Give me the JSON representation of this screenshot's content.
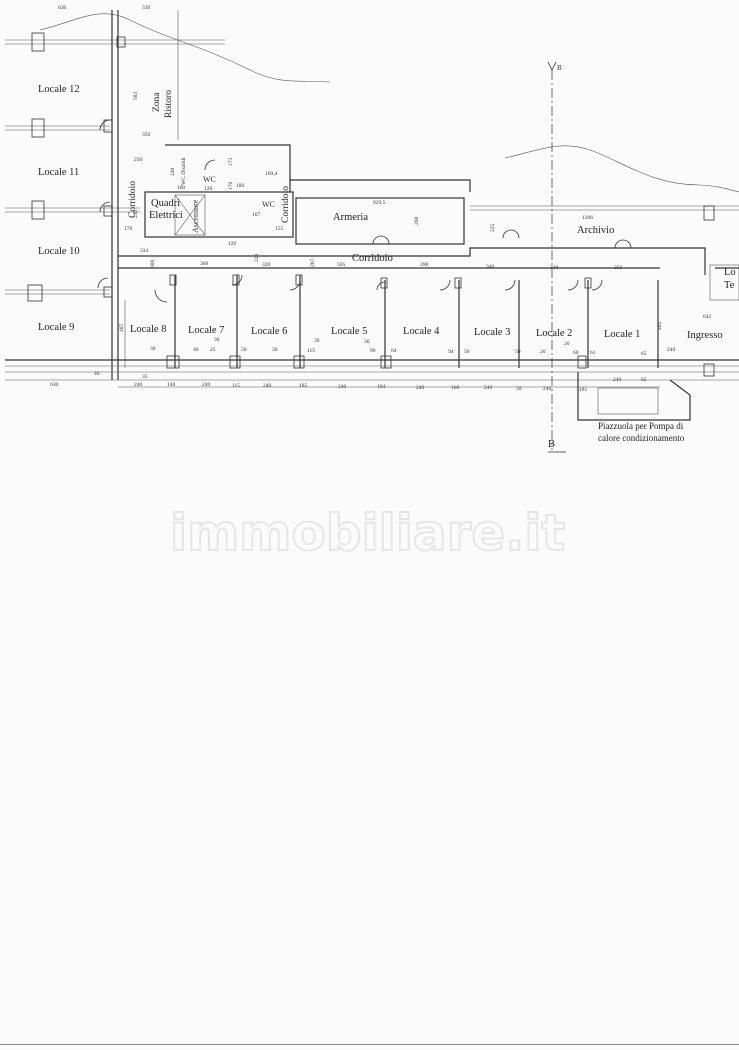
{
  "rooms": {
    "locale12": "Locale 12",
    "locale11": "Locale 11",
    "locale10": "Locale 10",
    "locale9": "Locale 9",
    "locale8": "Locale 8",
    "locale7": "Locale 7",
    "locale6": "Locale 6",
    "locale5": "Locale 5",
    "locale4": "Locale 4",
    "locale3": "Locale 3",
    "locale2": "Locale 2",
    "locale1": "Locale 1",
    "ingresso": "Ingresso",
    "armeria": "Armeria",
    "archivio": "Archivio",
    "corridoio_h": "Corridoio",
    "corridoio_v1": "Corridoio",
    "corridoio_v2": "Corridoio",
    "zona_ristoro_1": "Zona",
    "zona_ristoro_2": "Ristoro",
    "quadri_1": "Quadri",
    "quadri_2": "Elettrici",
    "ascensore": "Ascensore",
    "wc1": "WC",
    "wc2": "WC",
    "wc_disabili": "WC Disabili",
    "partial_right_1": "Lo",
    "partial_right_2": "Te"
  },
  "annotation": {
    "line1": "Piazzuola per Pompa di",
    "line2": "calore condizionamento"
  },
  "section": {
    "top": "B",
    "bottom": "B"
  },
  "watermark": "immobiliare.it",
  "dims": {
    "d630_top": "630",
    "d330_top": "330",
    "d583": "583",
    "d350": "350",
    "d250": "250",
    "d240a": "240",
    "d173": "173",
    "d180": "180",
    "d120a": "120",
    "d170b": "170",
    "d180b": "180",
    "d169": "169,4",
    "d235": "235",
    "d170": "170",
    "d107": "107",
    "d120b": "120",
    "d155": "155",
    "d929": "929,5",
    "d260": "260",
    "d1266": "1266",
    "d225": "225",
    "d334": "334",
    "d300": "300",
    "d360": "360",
    "d220": "220",
    "d320": "320",
    "d267": "267",
    "d505": "505",
    "d398": "398",
    "d346": "346",
    "d340": "340",
    "d256": "256",
    "d642": "642",
    "d405": "405",
    "d407": "407",
    "b30a": "30",
    "b40": "40",
    "b30b": "30",
    "b25": "25",
    "b50a": "50",
    "b30c": "30",
    "b30d": "30",
    "b115": "115",
    "b30e": "30",
    "b90": "90",
    "b64": "64",
    "b94": "94",
    "b56": "56",
    "b50b": "50",
    "b20a": "20",
    "b20b": "20",
    "b60": "60",
    "b61": "61",
    "b65": "65",
    "b240a": "240",
    "r40": "40",
    "r35": "35",
    "r240a": "240",
    "r140": "140",
    "r240b": "240",
    "r115": "115",
    "r240c": "240",
    "r185": "185",
    "r240d": "240",
    "r194": "194",
    "r240e": "240",
    "r160": "160",
    "r240f": "240",
    "r50": "50",
    "r240g": "240",
    "r181": "181",
    "r240h": "240",
    "r65": "65",
    "r630": "630"
  }
}
